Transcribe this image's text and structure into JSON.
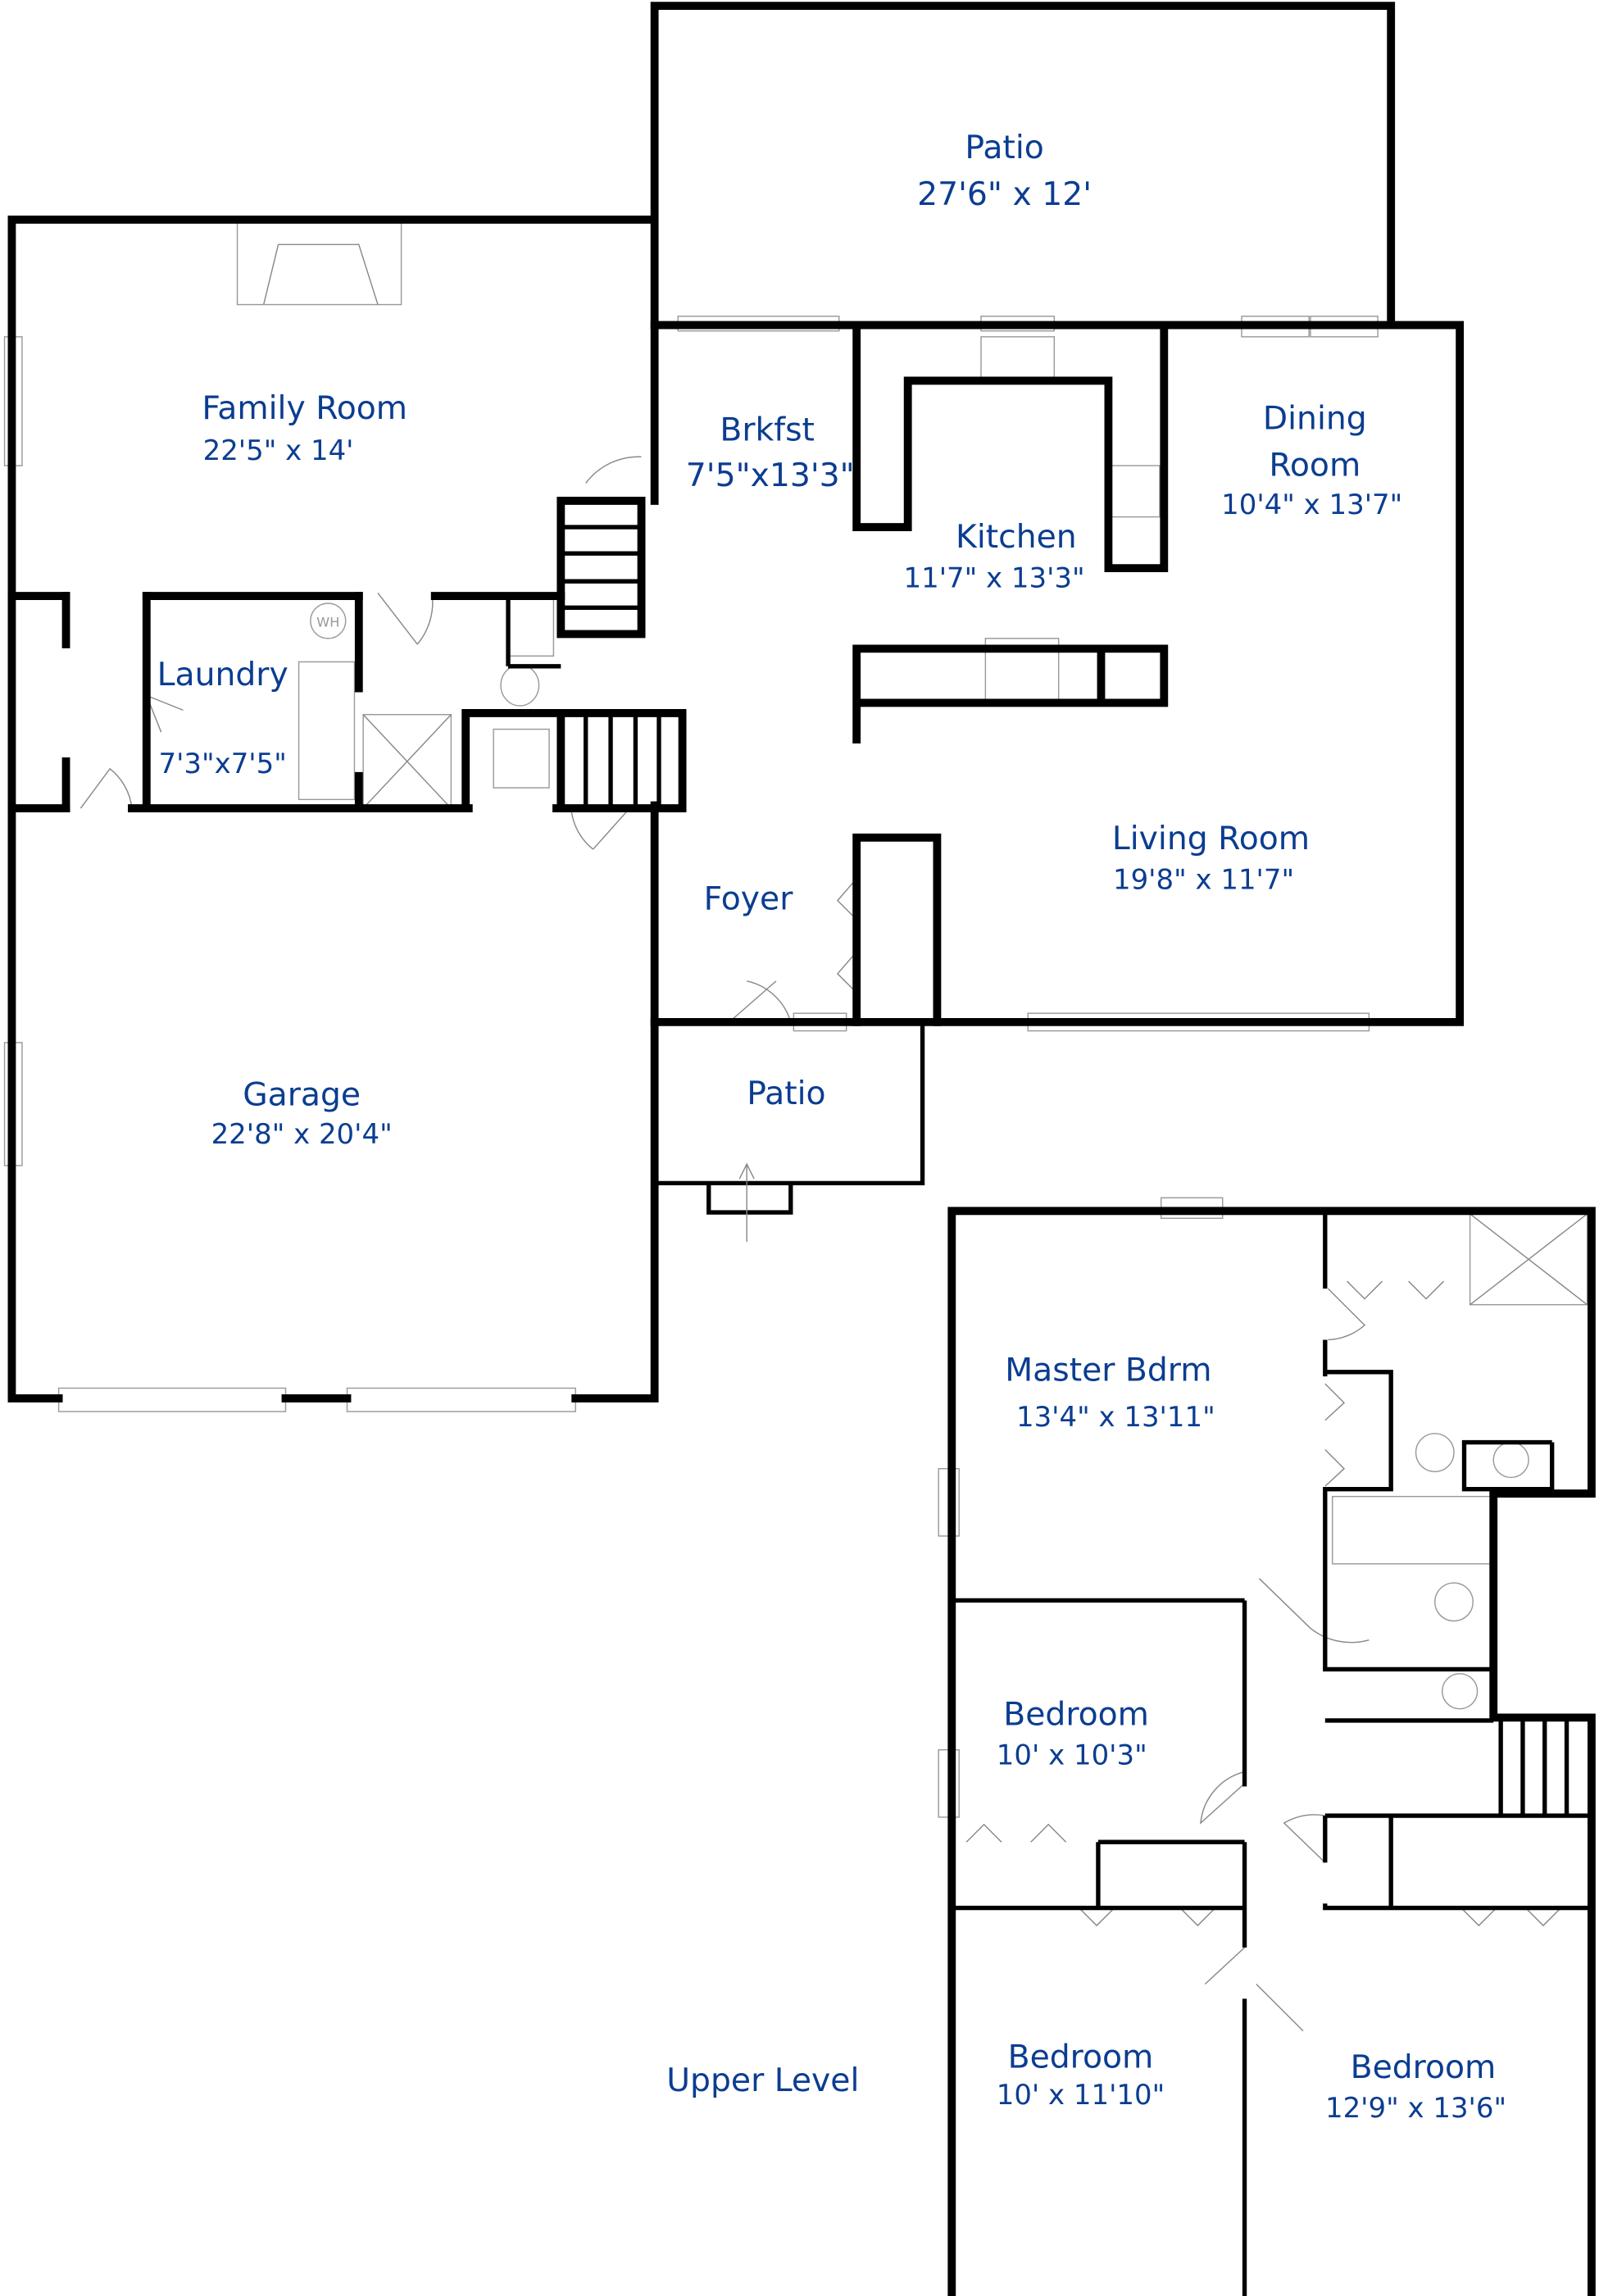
{
  "label_color": "#0b3d91",
  "main_level": {
    "rooms": [
      {
        "name": "Patio",
        "dims": "27'6\" x 12'"
      },
      {
        "name": "Family Room",
        "dims": "22'5\" x 14'"
      },
      {
        "name": "Brkfst",
        "dims": "7'5\"x13'3\""
      },
      {
        "name": "Dining",
        "name2": "Room",
        "dims": "10'4\" x 13'7\""
      },
      {
        "name": "Kitchen",
        "dims": "11'7\" x 13'3\""
      },
      {
        "name": "Laundry",
        "dims": "7'3\"x7'5\""
      },
      {
        "name": "Living Room",
        "dims": "19'8\" x 11'7\""
      },
      {
        "name": "Foyer"
      },
      {
        "name": "Garage",
        "dims": "22'8\" x 20'4\""
      },
      {
        "name": "Patio"
      }
    ],
    "water_heater_label": "WH"
  },
  "upper_level": {
    "title": "Upper Level",
    "rooms": [
      {
        "name": "Master Bdrm",
        "dims": "13'4\" x 13'11\""
      },
      {
        "name": "Bedroom",
        "dims": "10' x 10'3\""
      },
      {
        "name": "Bedroom",
        "dims": "10' x 11'10\""
      },
      {
        "name": "Bedroom",
        "dims": "12'9\" x 13'6\""
      }
    ]
  }
}
